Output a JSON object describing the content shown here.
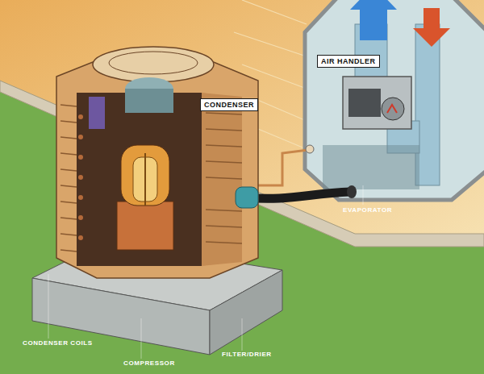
{
  "diagram": {
    "nodes": [
      {
        "text": [
          "AIR HANDLER"
        ]
      },
      {
        "text": [
          "CONDENSER"
        ]
      }
    ],
    "labels": [
      "EVAPORATOR",
      "CONDENSER COILS",
      "COMPRESSOR",
      "FILTER/DRIER"
    ]
  }
}
